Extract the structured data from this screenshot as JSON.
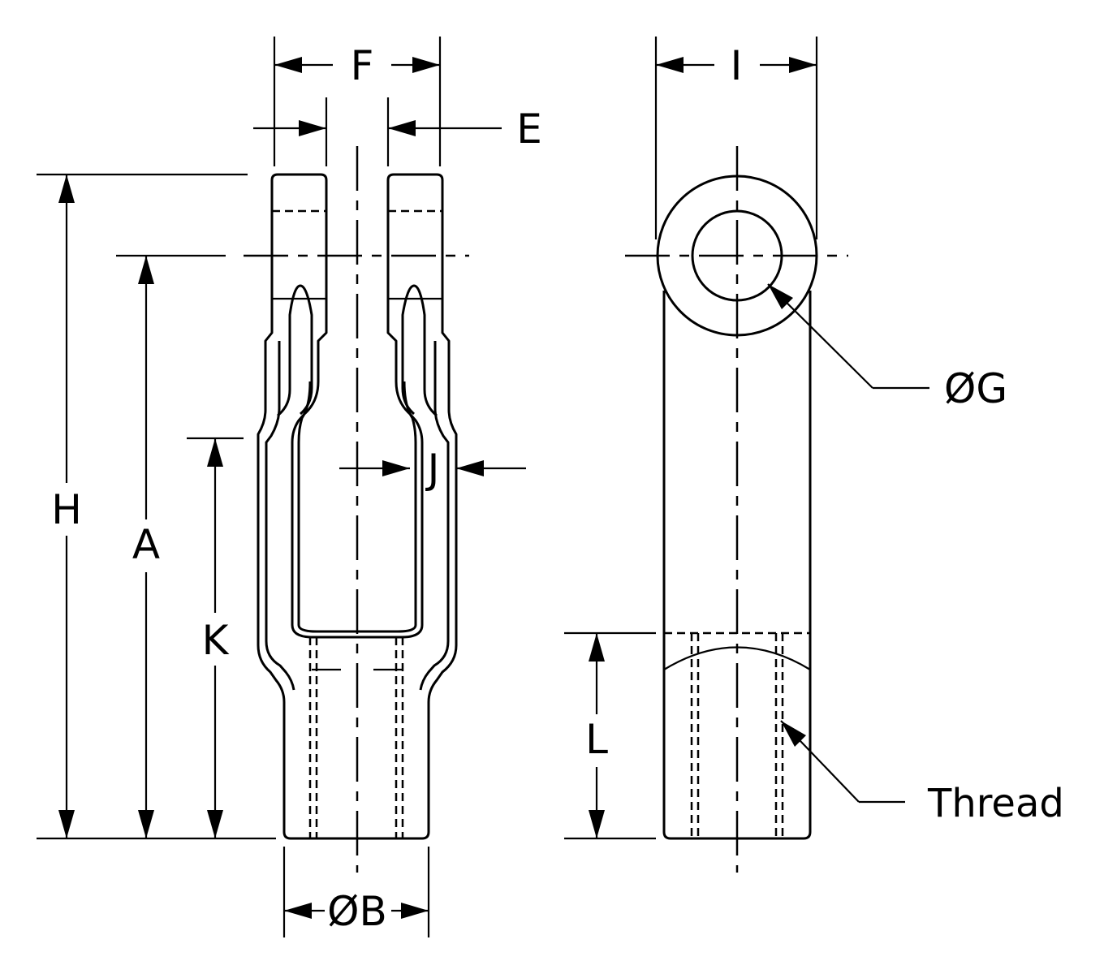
{
  "labels": {
    "F": "F",
    "E": "E",
    "I": "I",
    "H": "H",
    "A": "A",
    "K": "K",
    "J": "J",
    "B": "ØB",
    "G": "ØG",
    "L": "L",
    "thread": "Thread"
  }
}
